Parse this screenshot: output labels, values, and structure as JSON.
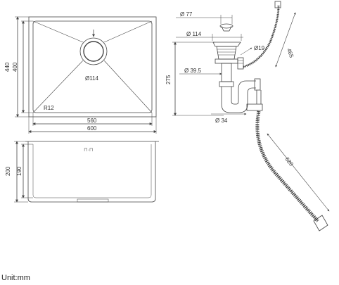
{
  "unit_label": "Unit:mm",
  "top_view": {
    "corner_radius": "R12",
    "drain_diameter": "Ø114",
    "inner_width": "560",
    "outer_width": "600",
    "inner_depth": "400",
    "outer_depth": "440"
  },
  "side_view": {
    "inner_height": "190",
    "outer_height": "200"
  },
  "drain_assembly": {
    "strainer_top": "Ø 77",
    "strainer_flange": "Ø 114",
    "overflow_port": "Ø19",
    "overflow_hose": "465",
    "tailpiece": "Ø 39.5",
    "assembly_height": "275",
    "outlet": "Ø 34",
    "drain_hose": "620"
  }
}
